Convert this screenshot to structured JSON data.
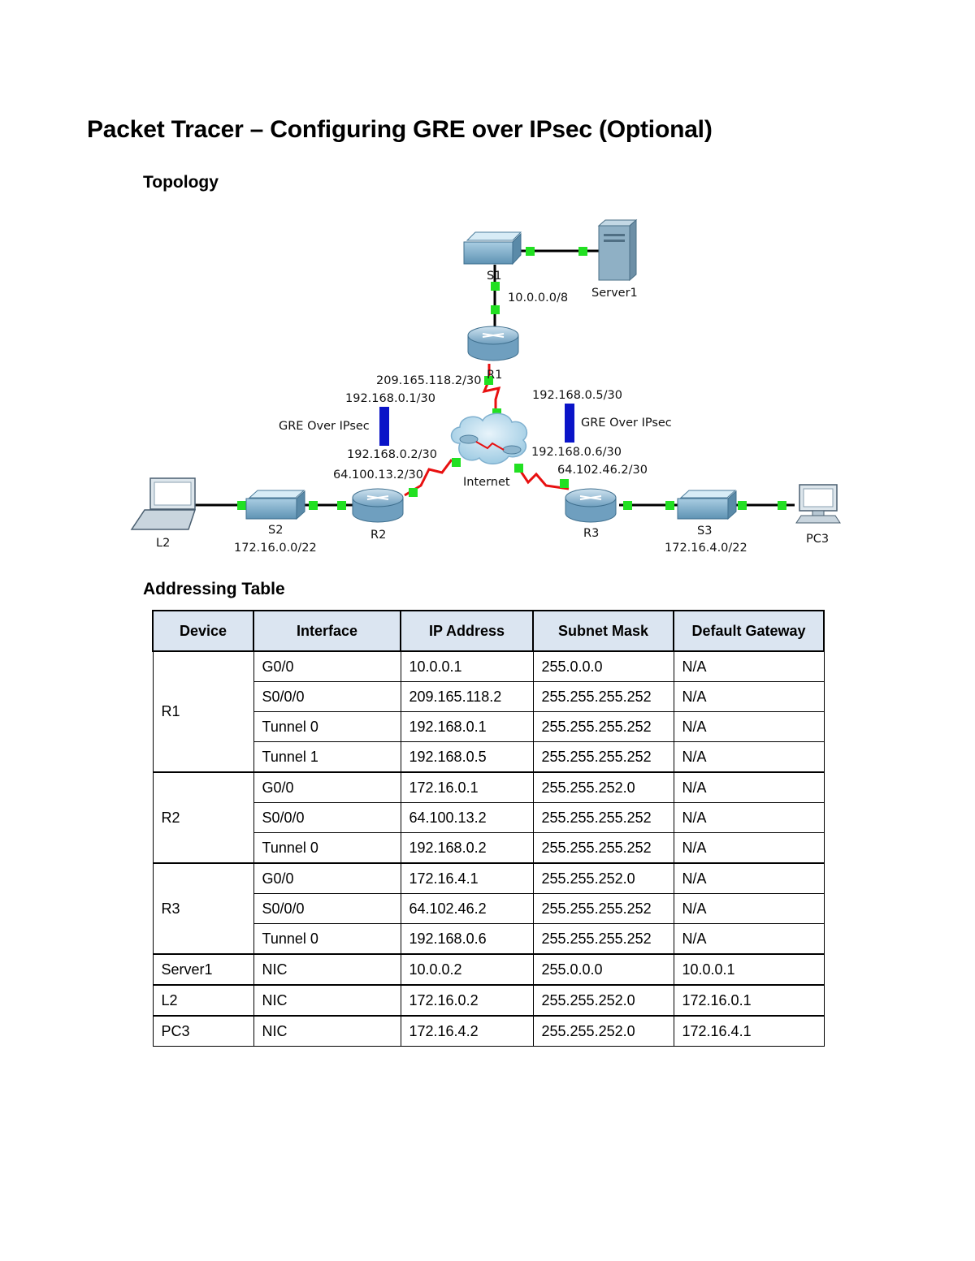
{
  "title": "Packet Tracer – Configuring GRE over IPsec (Optional)",
  "topology_heading": "Topology",
  "addressing_heading": "Addressing Table",
  "topology": {
    "devices": {
      "s1": "S1",
      "server1": "Server1",
      "r1": "R1",
      "internet": "Internet",
      "r2": "R2",
      "r3": "R3",
      "s2": "S2",
      "s3": "S3",
      "l2": "L2",
      "pc3": "PC3"
    },
    "labels": {
      "net_r1_lan": "10.0.0.0/8",
      "r1_serial": "209.165.118.2/30",
      "r1_tunnel0": "192.168.0.1/30",
      "r1_tunnel1": "192.168.0.5/30",
      "gre_left": "GRE Over IPsec",
      "gre_right": "GRE Over IPsec",
      "r2_tunnel0": "192.168.0.2/30",
      "r2_serial": "64.100.13.2/30",
      "r3_tunnel0": "192.168.0.6/30",
      "r3_serial": "64.102.46.2/30",
      "net_r2_lan": "172.16.0.0/22",
      "net_r3_lan": "172.16.4.0/22"
    },
    "colors": {
      "ethernet": "#000000",
      "serial": "#e81010",
      "link_light": "#22e022",
      "tunnel": "#0a14c8"
    }
  },
  "table": {
    "headers": [
      "Device",
      "Interface",
      "IP Address",
      "Subnet Mask",
      "Default Gateway"
    ],
    "groups": [
      {
        "device": "R1",
        "rows": [
          [
            "G0/0",
            "10.0.0.1",
            "255.0.0.0",
            "N/A"
          ],
          [
            "S0/0/0",
            "209.165.118.2",
            "255.255.255.252",
            "N/A"
          ],
          [
            "Tunnel 0",
            "192.168.0.1",
            "255.255.255.252",
            "N/A"
          ],
          [
            "Tunnel 1",
            "192.168.0.5",
            "255.255.255.252",
            "N/A"
          ]
        ]
      },
      {
        "device": "R2",
        "rows": [
          [
            "G0/0",
            "172.16.0.1",
            "255.255.252.0",
            "N/A"
          ],
          [
            "S0/0/0",
            "64.100.13.2",
            "255.255.255.252",
            "N/A"
          ],
          [
            "Tunnel 0",
            "192.168.0.2",
            "255.255.255.252",
            "N/A"
          ]
        ]
      },
      {
        "device": "R3",
        "rows": [
          [
            "G0/0",
            "172.16.4.1",
            "255.255.252.0",
            "N/A"
          ],
          [
            "S0/0/0",
            "64.102.46.2",
            "255.255.255.252",
            "N/A"
          ],
          [
            "Tunnel 0",
            "192.168.0.6",
            "255.255.255.252",
            "N/A"
          ]
        ]
      },
      {
        "device": "Server1",
        "rows": [
          [
            "NIC",
            "10.0.0.2",
            "255.0.0.0",
            "10.0.0.1"
          ]
        ]
      },
      {
        "device": "L2",
        "rows": [
          [
            "NIC",
            "172.16.0.2",
            "255.255.252.0",
            "172.16.0.1"
          ]
        ]
      },
      {
        "device": "PC3",
        "rows": [
          [
            "NIC",
            "172.16.4.2",
            "255.255.252.0",
            "172.16.4.1"
          ]
        ]
      }
    ]
  }
}
